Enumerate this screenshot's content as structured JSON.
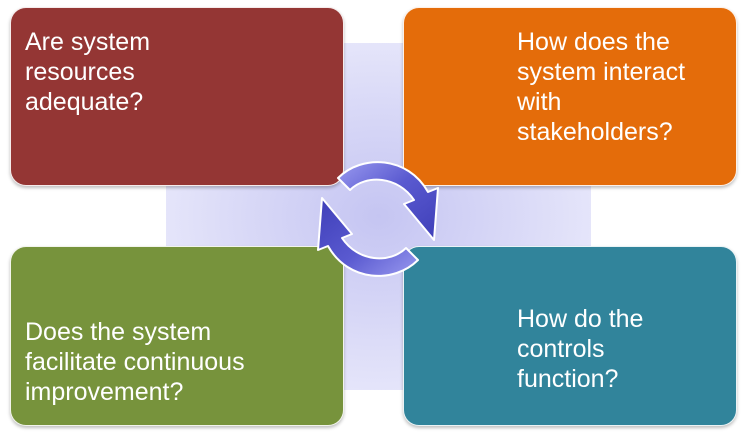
{
  "quadrants": {
    "top_left": {
      "text": "Are system\nresources\nadequate?",
      "color": "#943634"
    },
    "top_right": {
      "text": "How does the\nsystem interact\nwith\nstakeholders?",
      "color": "#e46c0a"
    },
    "bottom_left": {
      "text": "Does the system\nfacilitate continuous\nimprovement?",
      "color": "#77933c"
    },
    "bottom_right": {
      "text": "How do the\ncontrols\nfunction?",
      "color": "#31849b"
    }
  },
  "center": {
    "icon": "cycle-arrows-icon",
    "color": "#6b6bd8"
  }
}
